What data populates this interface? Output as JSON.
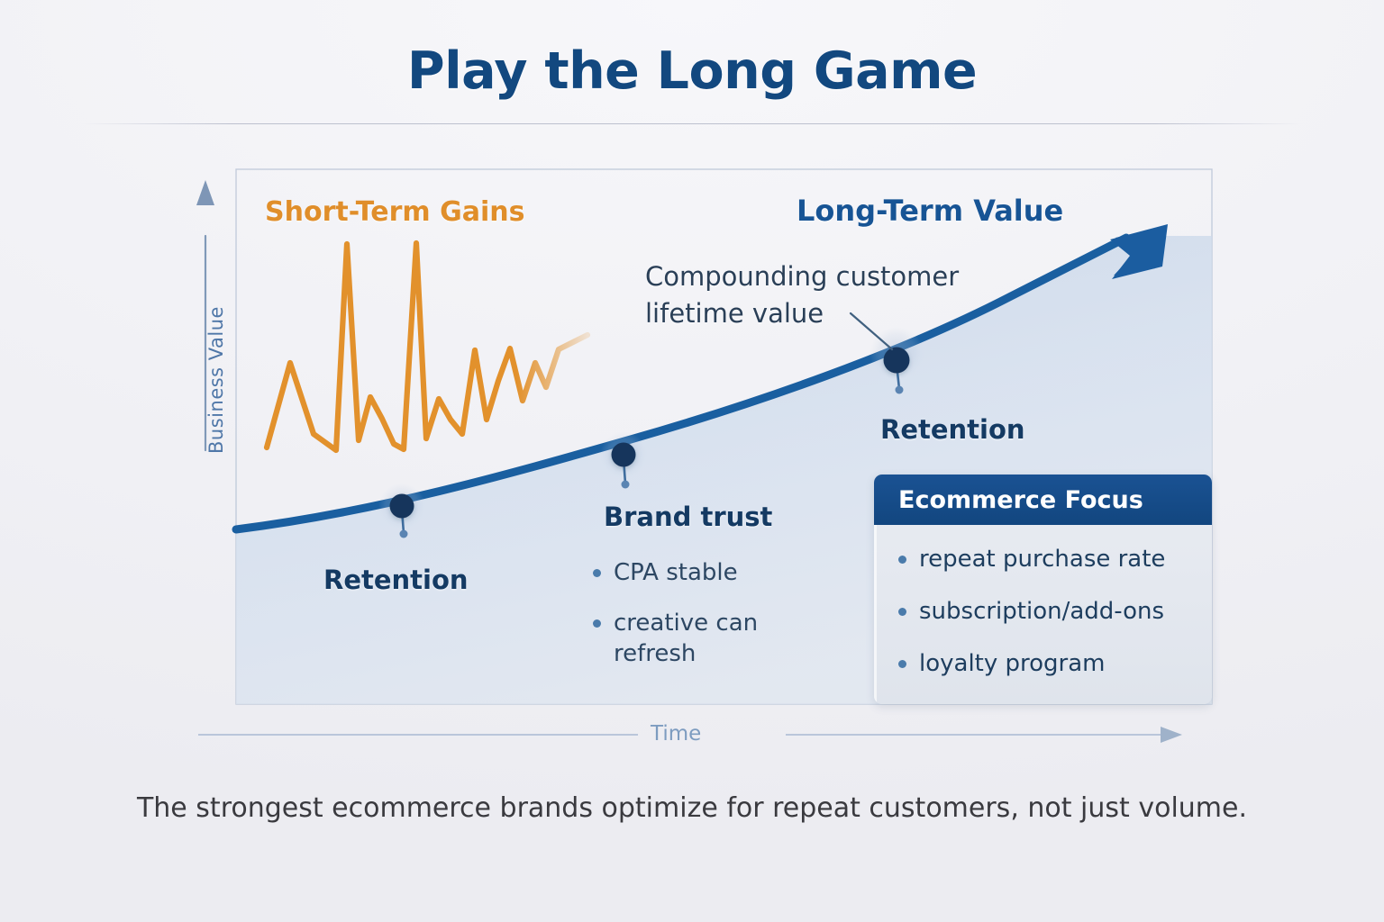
{
  "header": {
    "title": "Play the Long Game"
  },
  "axes": {
    "y_label": "Business Value",
    "x_label": "Time"
  },
  "series_labels": {
    "short_term": "Short-Term Gains",
    "long_term": "Long-Term Value"
  },
  "annotation": {
    "text": "Compounding customer lifetime value"
  },
  "nodes": [
    {
      "title": "Retention",
      "bullets": []
    },
    {
      "title": "Brand trust",
      "bullets": [
        "CPA stable",
        "creative can refresh"
      ]
    },
    {
      "title": "Retention",
      "bullets": []
    }
  ],
  "focus_card": {
    "header": "Ecommerce Focus",
    "bullets": [
      "repeat purchase rate",
      "subscription/add-ons",
      "loyalty program"
    ]
  },
  "caption": {
    "text": "The strongest ecommerce brands optimize for repeat customers, not just volume."
  },
  "colors": {
    "brand_navy": "#12487f",
    "curve_blue": "#1a5fa0",
    "short_term_orange": "#e08e2a",
    "axis_blue": "#7d9cc0",
    "background": "#f1f1f5",
    "card_header": "#14508d"
  },
  "chart_data": {
    "type": "line",
    "title": "Play the Long Game",
    "xlabel": "Time",
    "ylabel": "Business Value",
    "grid": false,
    "legend": "inline-labels",
    "xlim": [
      0,
      100
    ],
    "ylim": [
      0,
      100
    ],
    "series": [
      {
        "name": "Short-Term Gains",
        "color": "#e08e2a",
        "style": "volatile zigzag, fading at right end",
        "x": [
          0,
          3,
          6,
          9,
          12,
          15,
          18,
          21,
          24,
          27,
          30,
          33,
          36,
          39,
          42,
          45,
          48,
          51,
          54,
          57,
          60,
          63,
          66,
          69
        ],
        "y": [
          22,
          52,
          18,
          14,
          88,
          16,
          44,
          30,
          32,
          30,
          86,
          24,
          42,
          28,
          46,
          80,
          38,
          62,
          76,
          46,
          66,
          54,
          62,
          60
        ]
      },
      {
        "name": "Long-Term Value",
        "color": "#1a5fa0",
        "style": "smooth compounding upward curve with arrowhead",
        "x": [
          0,
          12,
          25,
          38,
          50,
          62,
          75,
          88,
          100
        ],
        "y": [
          18,
          22,
          27,
          34,
          42,
          52,
          64,
          80,
          96
        ]
      }
    ],
    "markers": [
      {
        "label": "Retention",
        "x": 16,
        "y": 24
      },
      {
        "label": "Brand trust",
        "x": 40,
        "y": 35
      },
      {
        "label": "Retention",
        "x": 68,
        "y": 52
      }
    ],
    "annotations": [
      {
        "text": "Compounding customer lifetime value",
        "points_to_marker": "Retention (right)"
      }
    ]
  }
}
